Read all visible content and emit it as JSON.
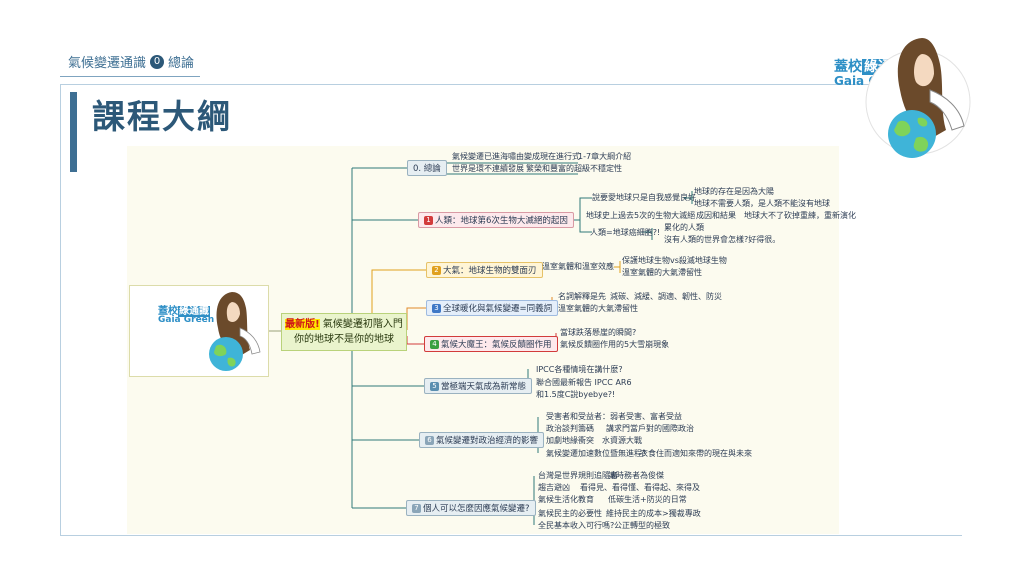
{
  "header": {
    "breadcrumb_prefix": "氣候變遷通識",
    "breadcrumb_badge": "0",
    "breadcrumb_suffix": "總論",
    "page_title": "課程大綱"
  },
  "brand": {
    "name_a": "蓋",
    "name_b": "校",
    "name_c": "綠通識",
    "name_en": "Gaia Green"
  },
  "central_topic": {
    "badge": "最新版!",
    "line1": " 氣候變遷初階入門",
    "line2": "你的地球不是你的地球"
  },
  "branches": [
    {
      "label": "0. 總論",
      "num": ""
    },
    {
      "label": "人類：地球第6次生物大滅絕的起因",
      "num": "1"
    },
    {
      "label": "大氣：地球生物的雙面刃",
      "num": "2"
    },
    {
      "label": "全球暖化與氣候變遷=同義詞",
      "num": "3"
    },
    {
      "label": "氣候大魔王：氣候反饋圈作用",
      "num": "4"
    },
    {
      "label": "當極端天氣成為新常態",
      "num": "5"
    },
    {
      "label": "氣候變遷對政治經濟的影響",
      "num": "6"
    },
    {
      "label": "個人可以怎麼因應氣候變遷?",
      "num": "7"
    }
  ],
  "leaves": [
    "氣候變遷已進海嘯由變成現在進行式",
    "1-7章大綱介紹",
    "世界是環不連續發展",
    "繁榮和豐富的超級不穩定性",
    "說要愛地球只是自我感覺良好",
    "地球的存在是因為大陽",
    "地球不需要人類，是人類不能沒有地球",
    "地球史上過去5次的生物大滅絕",
    "成因和結果",
    "地球大不了砍掉重練，重新演化",
    "人類=地球癌細胞?!",
    "累化的人類",
    "沒有人類的世界會怎樣?好得很。",
    "溫室氣體和溫室效應",
    "保護地球生物vs殺滅地球生物",
    "溫室氣體的大氣滯留性",
    "名詞解釋是先",
    "減碳、減緩、調適、韌性、防災",
    "溫室氣體的大氣滯留性",
    "當球跌落懸崖的瞬間?",
    "氣候反饋圈作用的5大雪崩現象",
    "IPCC各種情境在講什麼?",
    "聯合國最新報告 IPCC AR6",
    "和1.5度C說byebye?!",
    "受害者和受益者：弱者受害、富者受益",
    "政治談判籌碼",
    "講求門當戶對的國際政治",
    "加劇地緣衝突",
    "水資源大戰",
    "氣候變遷加速數位暨無進程?",
    "衣食住而適知來帶的現在與未來",
    "台灣是世界規則追隨者",
    "識時務者為俊傑",
    "趨吉避凶",
    "看得見、看得懂、看得起、來得及",
    "氣候生活化教育",
    "低碳生活+防災的日常",
    "氣候民主的必要性",
    "維持民主的成本>獨裁專政",
    "全民基本收入可行嗎?",
    "公正轉型的極致"
  ]
}
